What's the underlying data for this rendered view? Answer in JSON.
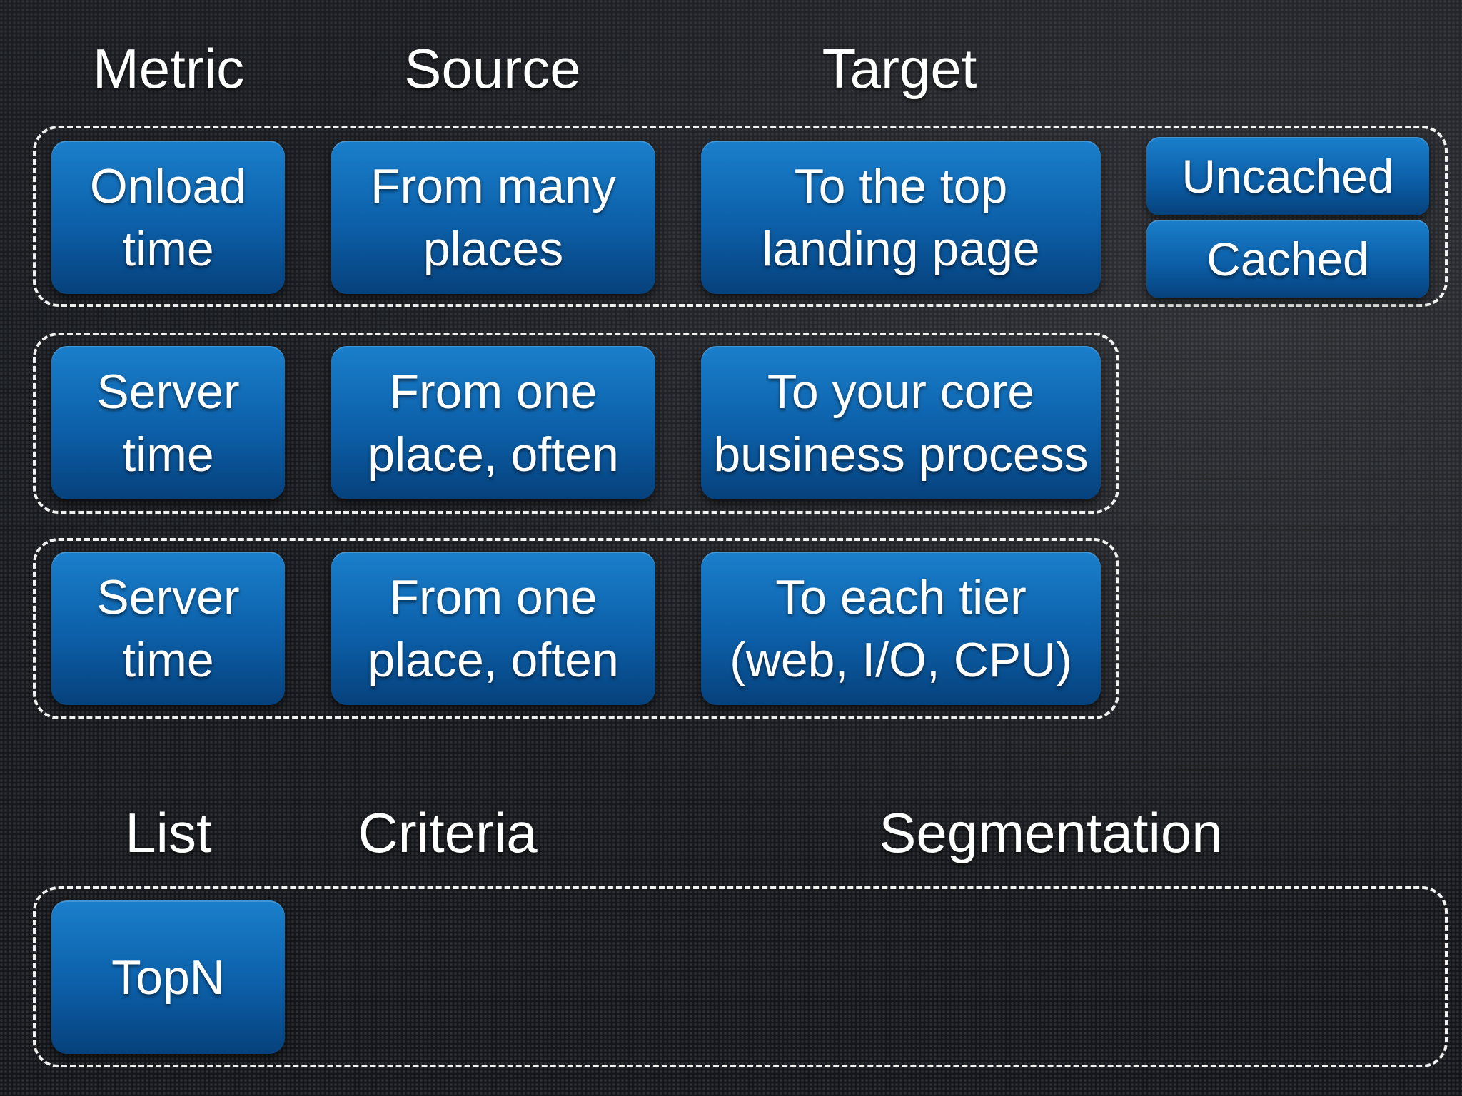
{
  "headers": {
    "metric": "Metric",
    "source": "Source",
    "target": "Target",
    "list": "List",
    "criteria": "Criteria",
    "segmentation": "Segmentation"
  },
  "rows": [
    {
      "metric": [
        "Onload",
        "time"
      ],
      "source": [
        "From many",
        "places"
      ],
      "target": [
        "To the top",
        "landing page"
      ],
      "cache_options": [
        "Uncached",
        "Cached"
      ]
    },
    {
      "metric": [
        "Server",
        "time"
      ],
      "source": [
        "From one",
        "place, often"
      ],
      "target": [
        "To your core",
        "business process"
      ]
    },
    {
      "metric": [
        "Server",
        "time"
      ],
      "source": [
        "From one",
        "place, often"
      ],
      "target": [
        "To each tier",
        "(web, I/O, CPU)"
      ]
    }
  ],
  "list_row": {
    "list": "TopN"
  },
  "colors": {
    "box_top": "#1a7fcb",
    "box_bottom": "#06417c",
    "dash_border": "#f2f2f2",
    "background": "#17191d"
  }
}
